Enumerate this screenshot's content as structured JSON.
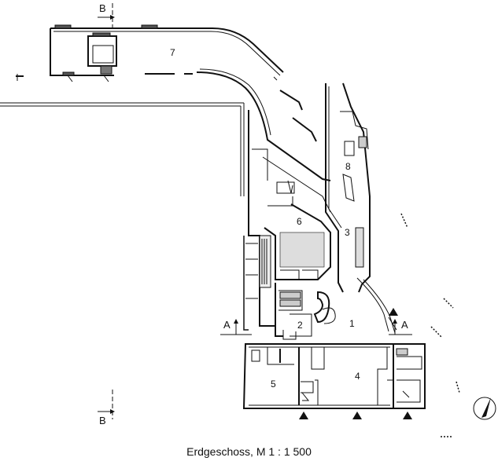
{
  "caption": "Erdgeschoss, M 1 : 1 500",
  "section_labels": {
    "a_left": "A",
    "a_right": "A",
    "b_top": "B",
    "b_bottom": "B"
  },
  "room_numbers": {
    "r1": "1",
    "r2": "2",
    "r3": "3",
    "r4": "4",
    "r5": "5",
    "r6": "6",
    "r7": "7",
    "r8": "8"
  },
  "icons": [
    "north-arrow-icon",
    "section-arrow-icon",
    "entrance-triangle-icon"
  ]
}
